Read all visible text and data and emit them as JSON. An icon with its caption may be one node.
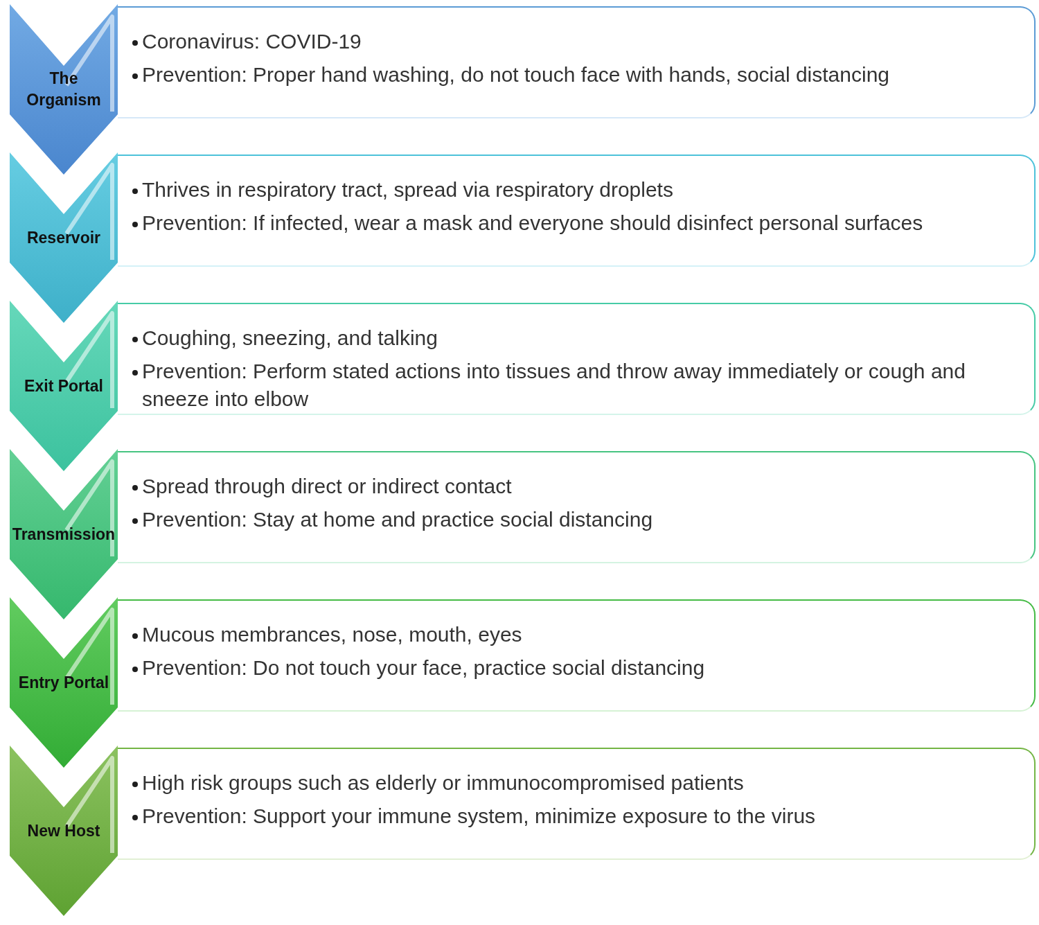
{
  "diagram": {
    "nodes": [
      {
        "text": [
          "The Organism"
        ]
      },
      {
        "text": [
          "Coronavirus: COVID-19",
          "Prevention: Proper hand washing, do not touch face with hands, social distancing"
        ]
      },
      {
        "text": [
          "Reservoir"
        ]
      },
      {
        "text": [
          "Thrives in respiratory tract, spread via respiratory droplets",
          "Prevention: If infected, wear a mask and everyone should disinfect personal surfaces"
        ]
      },
      {
        "text": [
          "Exit Portal"
        ]
      },
      {
        "text": [
          "Coughing, sneezing, and talking",
          "Prevention: Perform stated actions into tissues and throw away immediately or cough and sneeze into elbow"
        ]
      },
      {
        "text": [
          "Transmission"
        ]
      },
      {
        "text": [
          "Spread through direct or indirect contact",
          "Prevention: Stay at home and practice social distancing"
        ]
      },
      {
        "text": [
          "Entry Portal"
        ]
      },
      {
        "text": [
          "Mucous membrances, nose, mouth, eyes",
          "Prevention: Do not touch your face, practice social distancing"
        ]
      },
      {
        "text": [
          "New Host"
        ]
      },
      {
        "text": [
          "High risk groups such as elderly or immunocompromised patients",
          "Prevention: Support your immune system, minimize exposure to the virus"
        ]
      }
    ]
  }
}
